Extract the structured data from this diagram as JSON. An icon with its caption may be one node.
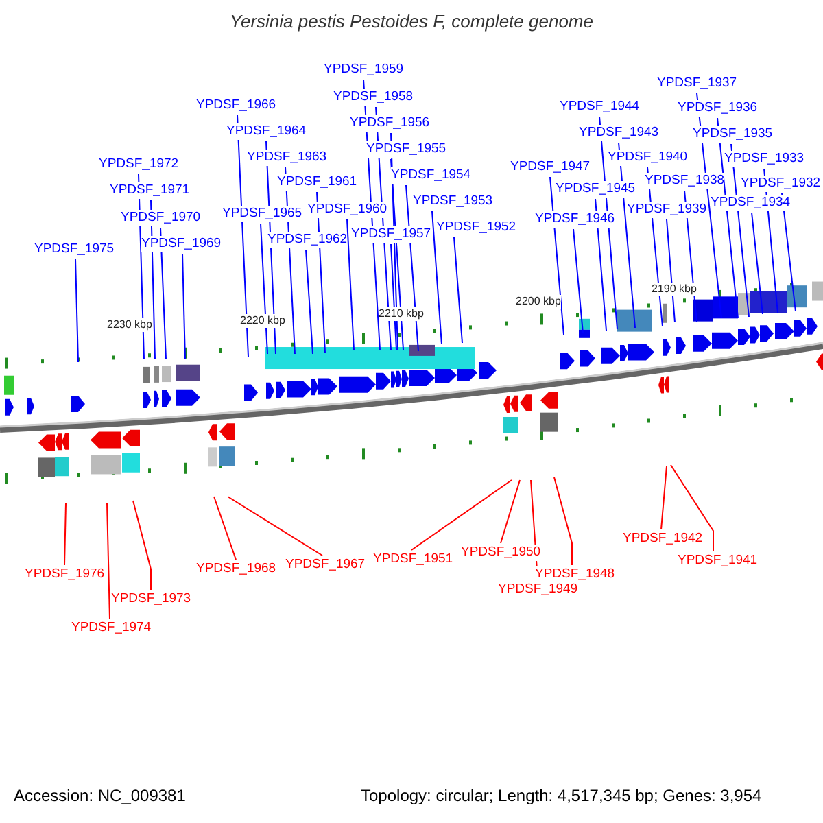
{
  "diagram": {
    "title": "Yersinia pestis Pestoides F, complete genome",
    "nodes": [
      {
        "text": [
          "YPDSF_1959"
        ]
      },
      {
        "text": [
          "YPDSF_1937"
        ]
      },
      {
        "text": [
          "YPDSF_1958"
        ]
      },
      {
        "text": [
          "YPDSF_1966"
        ]
      },
      {
        "text": [
          "YPDSF_1944"
        ]
      },
      {
        "text": [
          "YPDSF_1936"
        ]
      },
      {
        "text": [
          "YPDSF_1956"
        ]
      },
      {
        "text": [
          "YPDSF_1964"
        ]
      },
      {
        "text": [
          "YPDSF_1943"
        ]
      },
      {
        "text": [
          "YPDSF_1935"
        ]
      },
      {
        "text": [
          "YPDSF_1955"
        ]
      },
      {
        "text": [
          "YPDSF_1963"
        ]
      },
      {
        "text": [
          "YPDSF_1940"
        ]
      },
      {
        "text": [
          "YPDSF_1933"
        ]
      },
      {
        "text": [
          "YPDSF_1972"
        ]
      },
      {
        "text": [
          "YPDSF_1947"
        ]
      },
      {
        "text": [
          "YPDSF_1954"
        ]
      },
      {
        "text": [
          "YPDSF_1938"
        ]
      },
      {
        "text": [
          "YPDSF_1961"
        ]
      },
      {
        "text": [
          "YPDSF_1932"
        ]
      },
      {
        "text": [
          "YPDSF_1945"
        ]
      },
      {
        "text": [
          "YPDSF_1971"
        ]
      },
      {
        "text": [
          "YPDSF_1953"
        ]
      },
      {
        "text": [
          "YPDSF_1934"
        ]
      },
      {
        "text": [
          "YPDSF_1960"
        ]
      },
      {
        "text": [
          "YPDSF_1939"
        ]
      },
      {
        "text": [
          "YPDSF_1965"
        ]
      },
      {
        "text": [
          "YPDSF_1970"
        ]
      },
      {
        "text": [
          "YPDSF_1946"
        ]
      },
      {
        "text": [
          "YPDSF_1952"
        ]
      },
      {
        "text": [
          "YPDSF_1957"
        ]
      },
      {
        "text": [
          "YPDSF_1962"
        ]
      },
      {
        "text": [
          "YPDSF_1969"
        ]
      },
      {
        "text": [
          "YPDSF_1975"
        ]
      },
      {
        "text": [
          "YPDSF_1942"
        ]
      },
      {
        "text": [
          "YPDSF_1950"
        ]
      },
      {
        "text": [
          "YPDSF_1951"
        ]
      },
      {
        "text": [
          "YPDSF_1941"
        ]
      },
      {
        "text": [
          "YPDSF_1967"
        ]
      },
      {
        "text": [
          "YPDSF_1968"
        ]
      },
      {
        "text": [
          "YPDSF_1976"
        ]
      },
      {
        "text": [
          "YPDSF_1948"
        ]
      },
      {
        "text": [
          "YPDSF_1949"
        ]
      },
      {
        "text": [
          "YPDSF_1973"
        ]
      },
      {
        "text": [
          "YPDSF_1974"
        ]
      }
    ],
    "edges": [
      {
        "from": 0,
        "to": null,
        "arrow": "none"
      },
      {
        "from": 1,
        "to": null,
        "arrow": "none"
      },
      {
        "from": 2,
        "to": null,
        "arrow": "none"
      },
      {
        "from": 3,
        "to": null,
        "arrow": "none"
      },
      {
        "from": 4,
        "to": null,
        "arrow": "none"
      },
      {
        "from": 5,
        "to": null,
        "arrow": "none"
      },
      {
        "from": 6,
        "to": null,
        "arrow": "none"
      },
      {
        "from": 7,
        "to": null,
        "arrow": "none"
      },
      {
        "from": 8,
        "to": null,
        "arrow": "none"
      },
      {
        "from": 9,
        "to": null,
        "arrow": "none"
      },
      {
        "from": 10,
        "to": null,
        "arrow": "none"
      },
      {
        "from": 11,
        "to": null,
        "arrow": "none"
      },
      {
        "from": 12,
        "to": null,
        "arrow": "none"
      },
      {
        "from": 13,
        "to": null,
        "arrow": "none"
      },
      {
        "from": 14,
        "to": null,
        "arrow": "none"
      },
      {
        "from": 15,
        "to": null,
        "arrow": "none"
      },
      {
        "from": 16,
        "to": null,
        "arrow": "none"
      },
      {
        "from": 17,
        "to": null,
        "arrow": "none"
      },
      {
        "from": 18,
        "to": null,
        "arrow": "none"
      },
      {
        "from": 19,
        "to": null,
        "arrow": "none"
      },
      {
        "from": 20,
        "to": null,
        "arrow": "none"
      },
      {
        "from": 21,
        "to": null,
        "arrow": "none"
      },
      {
        "from": 22,
        "to": null,
        "arrow": "none"
      },
      {
        "from": 23,
        "to": null,
        "arrow": "none"
      },
      {
        "from": 24,
        "to": null,
        "arrow": "none"
      },
      {
        "from": 25,
        "to": null,
        "arrow": "none"
      },
      {
        "from": 26,
        "to": null,
        "arrow": "none"
      },
      {
        "from": 27,
        "to": null,
        "arrow": "none"
      },
      {
        "from": 28,
        "to": null,
        "arrow": "none"
      },
      {
        "from": 29,
        "to": null,
        "arrow": "none"
      },
      {
        "from": 30,
        "to": null,
        "arrow": "none"
      },
      {
        "from": 31,
        "to": null,
        "arrow": "none"
      },
      {
        "from": 32,
        "to": null,
        "arrow": "none"
      },
      {
        "from": 33,
        "to": null,
        "arrow": "none"
      },
      {
        "from": 34,
        "to": null,
        "arrow": "none",
        "color": "#ff0000"
      },
      {
        "from": 35,
        "to": null,
        "arrow": "none",
        "color": "#ff0000"
      },
      {
        "from": 36,
        "to": null,
        "arrow": "none",
        "color": "#ff0000"
      },
      {
        "from": 37,
        "to": null,
        "arrow": "none",
        "color": "#ff0000"
      },
      {
        "from": 38,
        "to": null,
        "arrow": "none",
        "color": "#ff0000"
      },
      {
        "from": 39,
        "to": null,
        "arrow": "none",
        "color": "#ff0000"
      },
      {
        "from": 40,
        "to": null,
        "arrow": "none",
        "color": "#ff0000"
      },
      {
        "from": 41,
        "to": null,
        "arrow": "none",
        "color": "#ff0000"
      },
      {
        "from": 42,
        "to": null,
        "arrow": "none",
        "color": "#ff0000"
      },
      {
        "from": 43,
        "to": null,
        "arrow": "none",
        "color": "#ff0000"
      },
      {
        "from": 44,
        "to": null,
        "arrow": "none",
        "color": "#ff0000"
      }
    ],
    "labels": [
      "2230 kbp",
      "2220 kbp",
      "2210 kbp",
      "2200 kbp",
      "2190 kbp",
      "Accession: NC_009381",
      "Topology: circular; Length: 4,517,345 bp; Genes: 3,954"
    ]
  }
}
